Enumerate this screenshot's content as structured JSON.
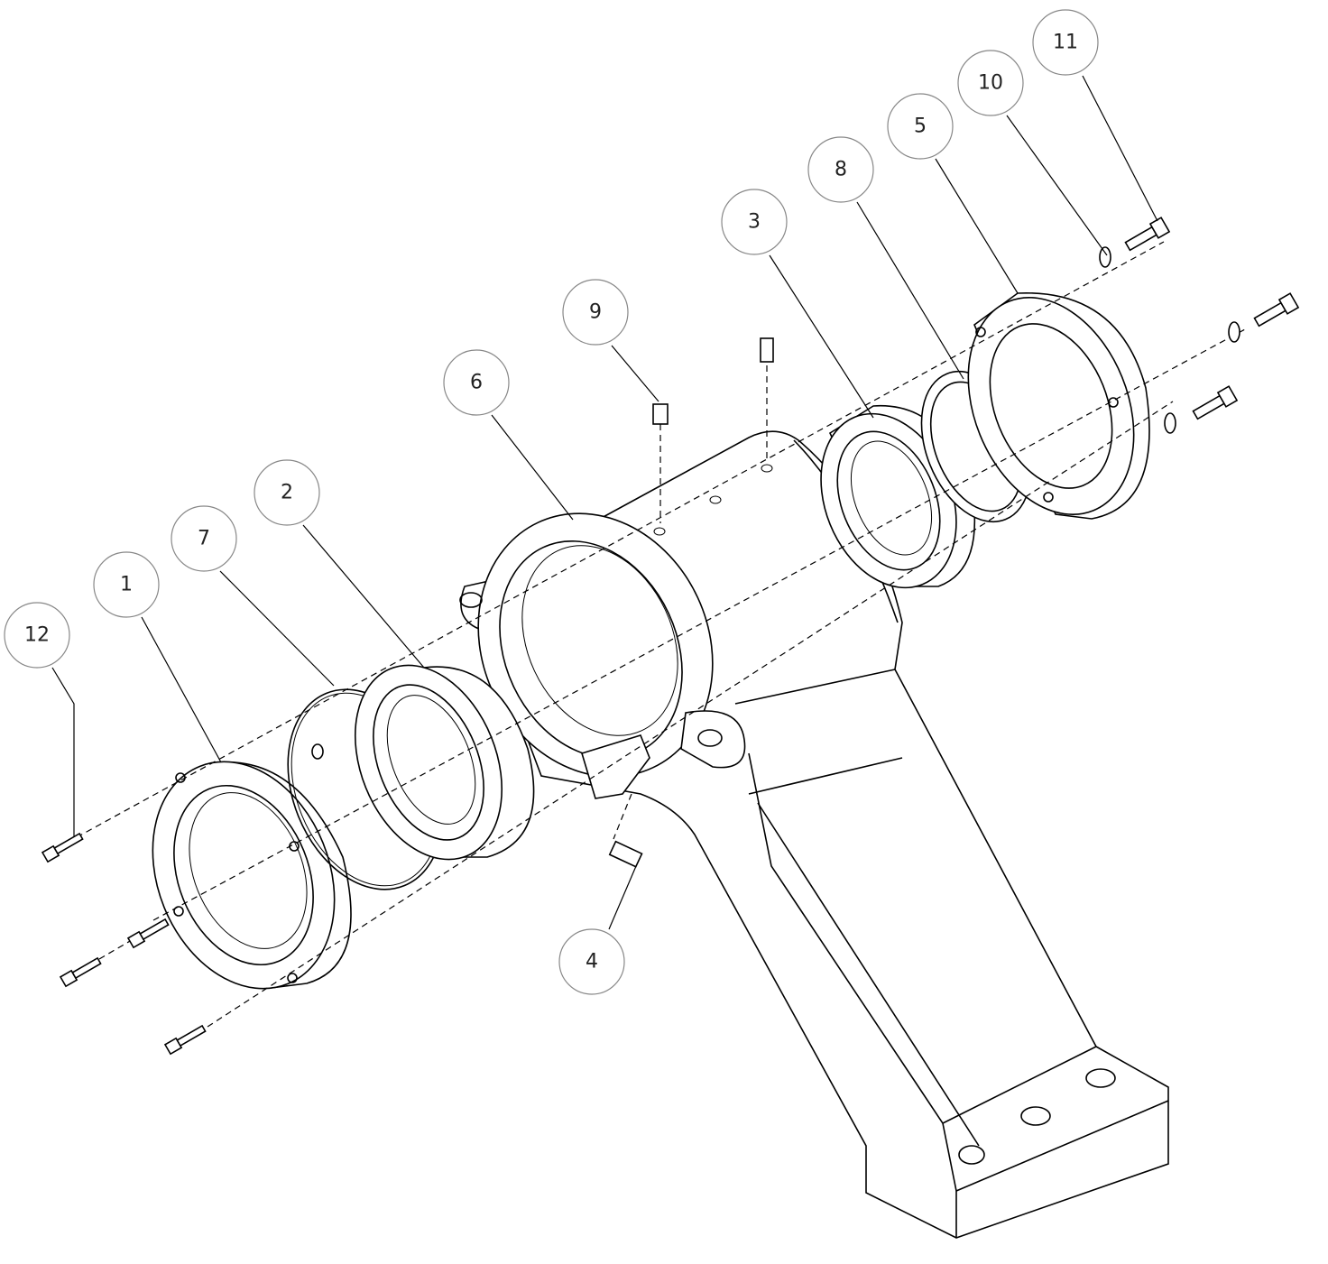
{
  "diagram": {
    "type": "exploded-assembly",
    "balloons": [
      {
        "id": "1",
        "label": "1"
      },
      {
        "id": "2",
        "label": "2"
      },
      {
        "id": "3",
        "label": "3"
      },
      {
        "id": "4",
        "label": "4"
      },
      {
        "id": "5",
        "label": "5"
      },
      {
        "id": "6",
        "label": "6"
      },
      {
        "id": "7",
        "label": "7"
      },
      {
        "id": "8",
        "label": "8"
      },
      {
        "id": "9",
        "label": "9"
      },
      {
        "id": "10",
        "label": "10"
      },
      {
        "id": "11",
        "label": "11"
      },
      {
        "id": "12",
        "label": "12"
      }
    ]
  }
}
